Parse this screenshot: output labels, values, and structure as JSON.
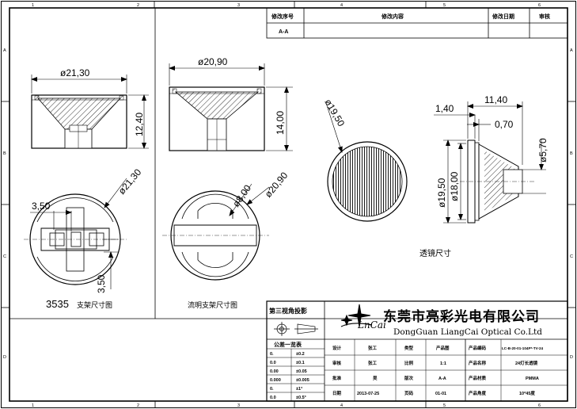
{
  "border": {
    "columns": [
      "1",
      "2",
      "3",
      "4",
      "5",
      "6"
    ],
    "rows": [
      "A",
      "B",
      "C",
      "D"
    ]
  },
  "revision": {
    "headers": [
      "修改序号",
      "修改内容",
      "修改日期",
      "审核"
    ],
    "row": [
      "A-A",
      "",
      "",
      ""
    ]
  },
  "views": {
    "holder3535": {
      "width_dim": "ø21,30",
      "height_dim": "12,40",
      "diameter_dim": "ø21,30",
      "offset_dim_h": "3,50",
      "offset_dim_v": "3,50",
      "caption_num": "3535",
      "caption_text": "支架尺寸图"
    },
    "clear_holder": {
      "width_dim": "ø20,90",
      "height_dim": "14,00",
      "hole_dim": "ø8,00",
      "diameter_dim": "ø20,90",
      "caption": "流明支架尺寸图"
    },
    "lens_front": {
      "diameter_dim": "ø19,50"
    },
    "lens_side": {
      "top_dim": "11,40",
      "left_dim": "1,40",
      "step_dim": "0,70",
      "tip_dim": "ø5,70",
      "outer_dim": "ø19,50",
      "inner_dim": "ø18,00"
    },
    "lens_caption": "透镜尺寸"
  },
  "projection": {
    "label": "第三视角投影"
  },
  "company": {
    "logo_text": "LnCai",
    "name_cn": "东莞市亮彩光电有限公司",
    "name_en": "DongGuan LiangCai Optical Co.Ltd"
  },
  "tolerance": {
    "title": "公差一览表",
    "rows": [
      [
        "0.",
        "±0.2"
      ],
      [
        "0.0",
        "±0.1"
      ],
      [
        "0.00",
        "±0.05"
      ],
      [
        "0.000",
        "±0.005"
      ],
      [
        "0.",
        "±1°"
      ],
      [
        "0.0",
        "±0.5°"
      ]
    ]
  },
  "title_block": {
    "rows": [
      [
        "设计",
        "张工",
        "类型",
        "产品图"
      ],
      [
        "审核",
        "张工",
        "比例",
        "1:1"
      ],
      [
        "批准",
        "吴",
        "版次",
        "A-A"
      ],
      [
        "日期",
        "2013-07-25",
        "页码",
        "01-01"
      ]
    ],
    "product": [
      [
        "产品编码",
        "LC-B-20-01-104P*-TV-24"
      ],
      [
        "产品名称",
        "24灯长透镜"
      ],
      [
        "产品材质",
        "PMMA"
      ],
      [
        "产品角度",
        "10*45度"
      ]
    ]
  }
}
